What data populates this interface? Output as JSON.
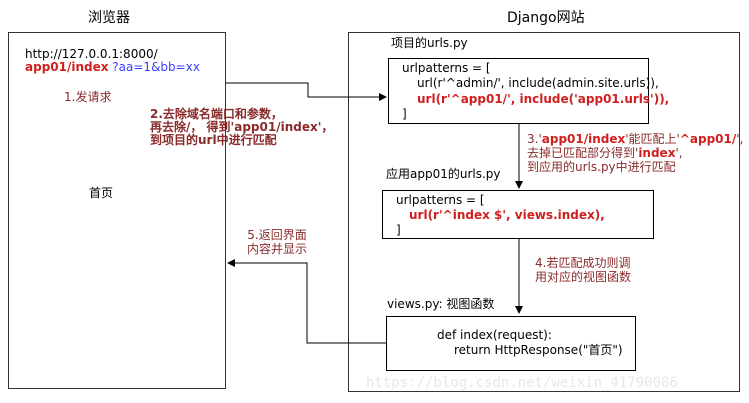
{
  "browser": {
    "title": "浏览器",
    "url_line1": "http://127.0.0.1:8000/",
    "url_line2_path": "app01/index",
    "url_line2_query": " ?aa=1&bb=xx",
    "request_label": "1.发请求",
    "home_label": "首页"
  },
  "django": {
    "title": "Django网站",
    "project_urls_title": "项目的urls.py",
    "project_urls_code": {
      "line1": "urlpatterns = [",
      "line2": "url(r'^admin/', include(admin.site.urls)),",
      "line3": "url(r'^app01/', include('app01.urls')),",
      "line4": "]"
    },
    "app_urls_title": "应用app01的urls.py",
    "app_urls_code": {
      "line1": "urlpatterns = [",
      "line2": "url(r'^index $', views.index),",
      "line3": "]"
    },
    "views_title": "views.py: 视图函数",
    "views_code": {
      "line1": "def index(request):",
      "line2": "return HttpResponse(\"首页\")"
    }
  },
  "steps": {
    "step2_line1": "2.去除域名端口和参数，",
    "step2_line2": "再去除/， 得到'app01/index'，",
    "step2_line3": "到项目的url中进行匹配",
    "step3_line1_prefix": "3.'",
    "step3_line1_red1": "app01/index",
    "step3_line1_mid": "'能匹配上'",
    "step3_line1_red2": "^app01/",
    "step3_line1_suffix": "',",
    "step3_line2_prefix": "去掉已匹配部分得到'",
    "step3_line2_red": "index",
    "step3_line2_suffix": "',",
    "step3_line3": "到应用的urls.py中进行匹配",
    "step4_line1": "4.若匹配成功则调",
    "step4_line2": "用对应的视图函数",
    "step5_line1": "5.返回界面",
    "step5_line2": "内容并显示"
  },
  "watermark": "https://blog.csdn.net/weixin_41790086",
  "colors": {
    "red": "#d11f1f",
    "blue": "#3c3cff",
    "maroon": "#8a2b2b",
    "watermark": "#e7e7e7"
  }
}
